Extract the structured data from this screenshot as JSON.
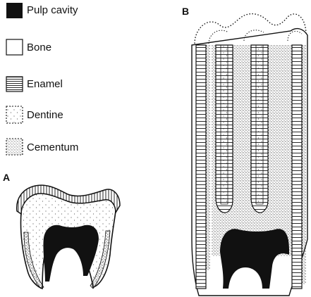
{
  "legend": {
    "pulp_cavity": "Pulp cavity",
    "bone": "Bone",
    "enamel": "Enamel",
    "dentine": "Dentine",
    "cementum": "Cementum"
  },
  "panels": {
    "a": "A",
    "b": "B"
  },
  "colors": {
    "ink": "#111111",
    "paper": "#ffffff"
  }
}
